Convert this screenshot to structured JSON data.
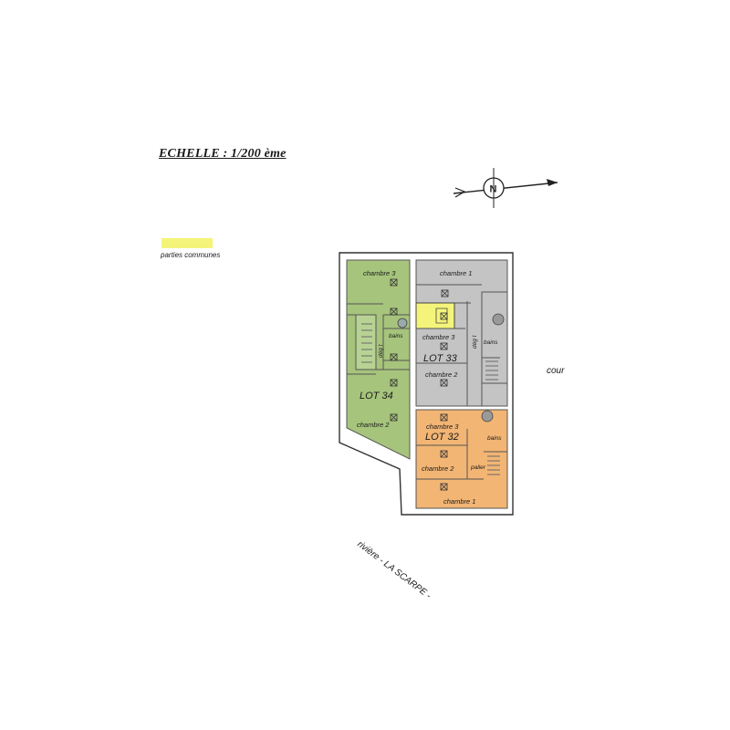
{
  "scale": {
    "title": "ECHELLE : 1/200 ème"
  },
  "legend": {
    "label": "parties communes",
    "color": "#f4f47a"
  },
  "compass": {
    "letter": "N"
  },
  "colors": {
    "lot34": "#a6c47c",
    "lot33": "#c4c4c4",
    "lot32": "#f2b574",
    "common": "#f4f47a"
  },
  "lot34": {
    "name": "LOT 34",
    "rooms": {
      "chambre3": "chambre 3",
      "chambre2": "chambre 2",
      "bains": "bains",
      "deg": "dég t"
    }
  },
  "lot33": {
    "name": "LOT 33",
    "rooms": {
      "chambre1": "chambre 1",
      "chambre3": "chambre 3",
      "chambre2": "chambre 2",
      "bains": "bains",
      "deg": "dég t"
    }
  },
  "lot32": {
    "name": "LOT 32",
    "rooms": {
      "chambre3": "chambre 3",
      "chambre2": "chambre 2",
      "chambre1": "chambre 1",
      "bains": "bains",
      "palier": "palier"
    }
  },
  "labels": {
    "cour": "cour",
    "river": "rivière - LA SCARPE -"
  }
}
